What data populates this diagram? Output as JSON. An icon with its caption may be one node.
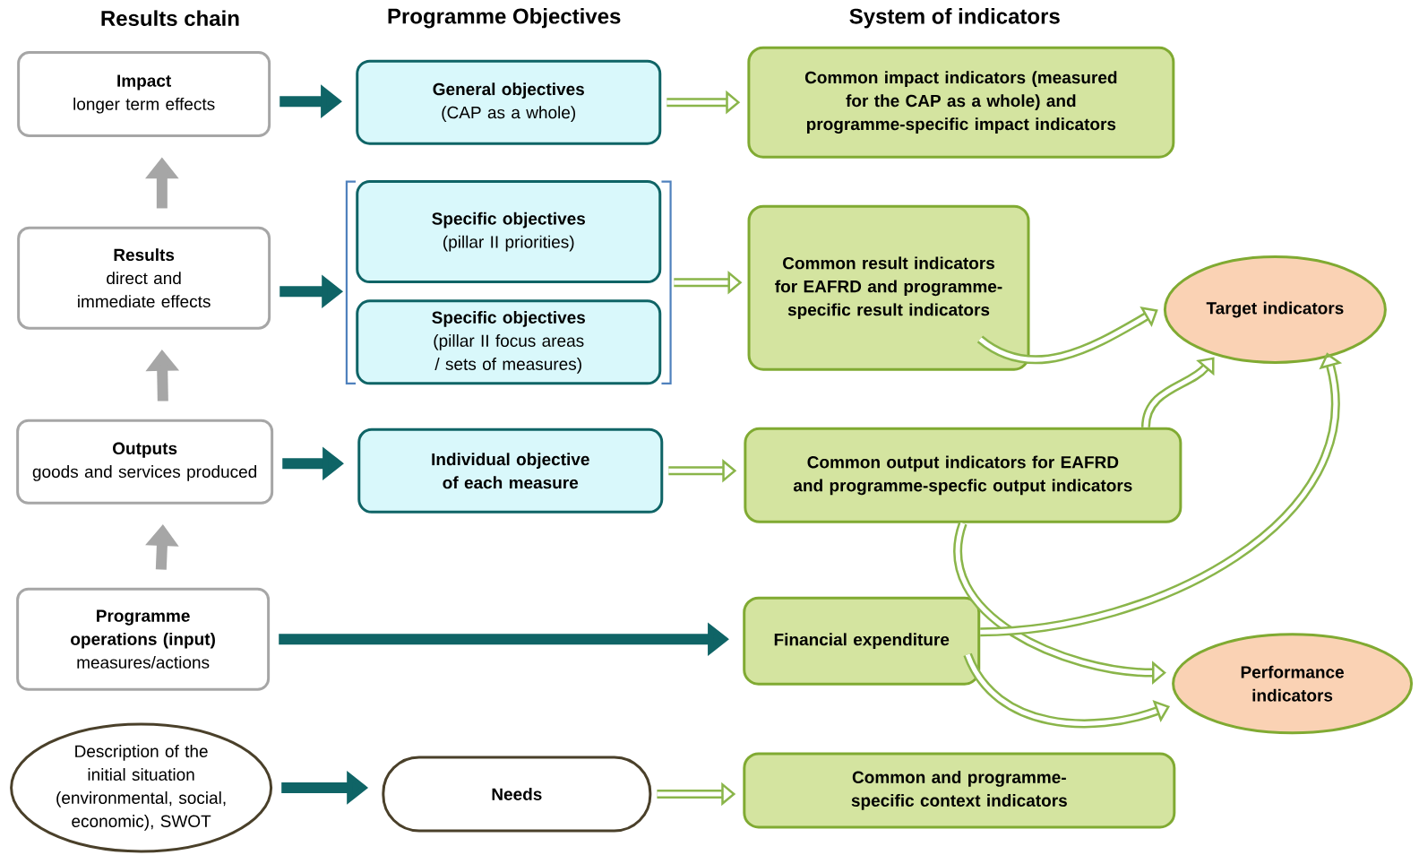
{
  "diagram": {
    "nodes": [
      {
        "text": [
          "Impact",
          "longer term effects"
        ]
      },
      {
        "text": [
          "General objectives",
          "(CAP as a whole)"
        ]
      },
      {
        "text": [
          "Common impact indicators (measured for the CAP as a whole) and programme-specific impact indicators"
        ]
      },
      {
        "text": [
          "Results",
          "direct and immediate effects"
        ]
      },
      {
        "text": [],
        "shape": "bracket"
      },
      {
        "text": [
          "Specific objectives",
          "(pillar II priorities)"
        ],
        "in": 4
      },
      {
        "text": [
          "Specific objectives",
          "(pillar II focus areas / sets of measures)"
        ],
        "in": 4
      },
      {
        "text": [
          "Common result indicators for EAFRD and programme-specific result indicators"
        ]
      },
      {
        "text": [
          "Target indicators"
        ]
      },
      {
        "text": [
          "Outputs",
          "goods and services produced"
        ]
      },
      {
        "text": [
          "Individual objective of each measure"
        ]
      },
      {
        "text": [
          "Common output indicators for EAFRD and programme-specfic output indicators"
        ]
      },
      {
        "text": [
          "Programme operations (input)",
          "measures/actions"
        ]
      },
      {
        "text": [
          "Financial expenditure"
        ]
      },
      {
        "text": [
          "Performance indicators"
        ]
      },
      {
        "text": [
          "Description of the initial situation (environmental, social, economic), SWOT"
        ]
      },
      {
        "text": [
          "Needs"
        ]
      },
      {
        "text": [
          "Common and programme-specific context indicators"
        ]
      }
    ],
    "edges": [
      {
        "from": 0,
        "to": 1,
        "arrow": "to",
        "color": "#0f6466"
      },
      {
        "from": 1,
        "to": 2,
        "arrow": "to"
      },
      {
        "from": 3,
        "to": 0,
        "arrow": "to",
        "color": "#a6a6a6"
      },
      {
        "from": 3,
        "to": 4,
        "arrow": "to",
        "color": "#0f6466"
      },
      {
        "from": 4,
        "to": 7,
        "arrow": "to"
      },
      {
        "from": 7,
        "to": 8,
        "arrow": "to"
      },
      {
        "from": 9,
        "to": 3,
        "arrow": "to",
        "color": "#a6a6a6"
      },
      {
        "from": 9,
        "to": 10,
        "arrow": "to",
        "color": "#0f6466"
      },
      {
        "from": 10,
        "to": 11,
        "arrow": "to"
      },
      {
        "from": 11,
        "to": 8,
        "arrow": "to"
      },
      {
        "from": 11,
        "to": 14,
        "arrow": "to"
      },
      {
        "from": 12,
        "to": 9,
        "arrow": "to",
        "color": "#a6a6a6"
      },
      {
        "from": 12,
        "to": 13,
        "arrow": "to",
        "color": "#0f6466"
      },
      {
        "from": 13,
        "to": 8,
        "arrow": "to"
      },
      {
        "from": 13,
        "to": 14,
        "arrow": "to"
      },
      {
        "from": 15,
        "to": 16,
        "arrow": "to",
        "color": "#0f6466"
      },
      {
        "from": 16,
        "to": 17,
        "arrow": "to"
      }
    ],
    "labels": [
      "Results chain",
      "Programme Objectives",
      "System of indicators"
    ]
  }
}
